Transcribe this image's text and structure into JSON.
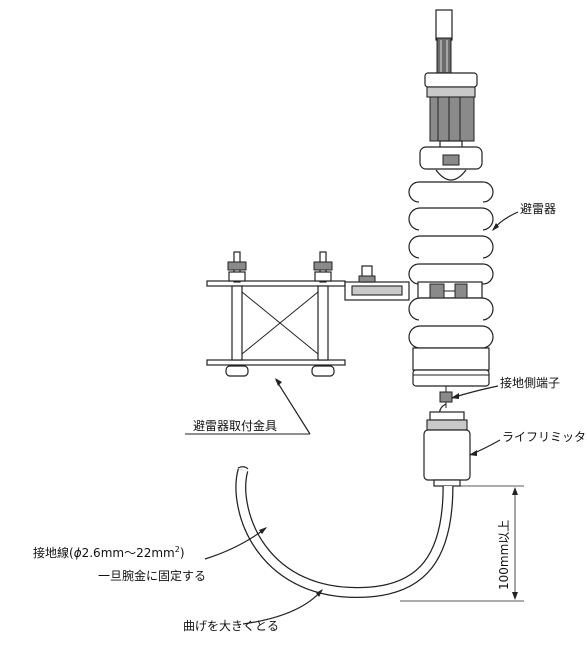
{
  "labels": {
    "arrester": "避雷器",
    "ground_terminal": "接地側端子",
    "life_limiter": "ライフリミッタ",
    "mounting_bracket": "避雷器取付金具",
    "ground_wire": "接地線(",
    "ground_wire_phi": "ϕ",
    "ground_wire_size": "2.6mm〜22mm",
    "ground_wire_sup": "2",
    "ground_wire_close": ")",
    "fix_note": "一旦腕金に固定する",
    "bend_note": "曲げを大きくとる",
    "dimension": "100mm以上"
  }
}
